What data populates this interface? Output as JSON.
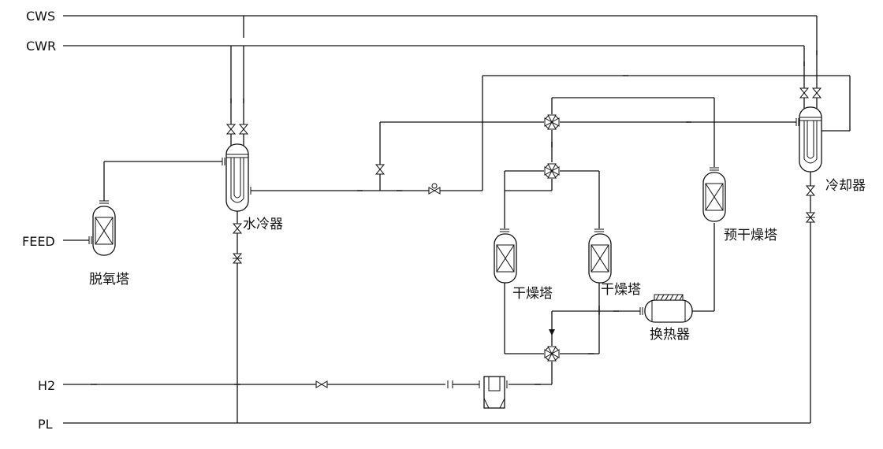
{
  "lines": {
    "cws": "CWS",
    "cwr": "CWR",
    "feed": "FEED",
    "h2": "H2",
    "pl": "PL"
  },
  "equipment": {
    "deoxygen_tower": "脱氧塔",
    "water_cooler": "水冷器",
    "dryer_left": "干燥塔",
    "dryer_right": "干燥塔",
    "pre_dryer": "预干燥塔",
    "heat_exchanger": "换热器",
    "cooler": "冷却器"
  }
}
